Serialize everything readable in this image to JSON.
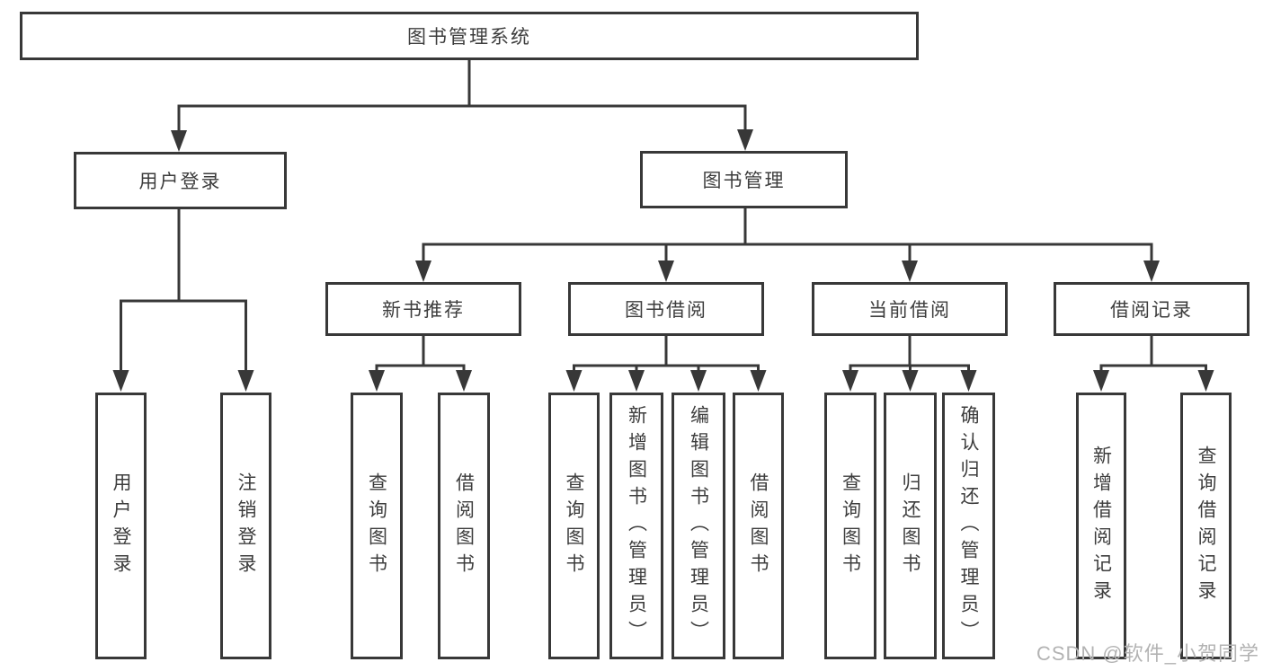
{
  "diagram": {
    "root": {
      "label": "图书管理系统"
    },
    "level2": [
      {
        "label": "用户登录"
      },
      {
        "label": "图书管理"
      }
    ],
    "level3": [
      {
        "label": "新书推荐"
      },
      {
        "label": "图书借阅"
      },
      {
        "label": "当前借阅"
      },
      {
        "label": "借阅记录"
      }
    ],
    "leaves": {
      "user_login": [
        {
          "label": "用户登录"
        },
        {
          "label": "注销登录"
        }
      ],
      "new_book_recommend": [
        {
          "label": "查询图书"
        },
        {
          "label": "借阅图书"
        }
      ],
      "book_borrow": [
        {
          "label": "查询图书"
        },
        {
          "label": "新增图书（管理员）"
        },
        {
          "label": "编辑图书（管理员）"
        },
        {
          "label": "借阅图书"
        }
      ],
      "current_borrow": [
        {
          "label": "查询图书"
        },
        {
          "label": "归还图书"
        },
        {
          "label": "确认归还（管理员）"
        }
      ],
      "borrow_records": [
        {
          "label": "新增借阅记录"
        },
        {
          "label": "查询借阅记录"
        }
      ]
    }
  },
  "watermark": {
    "text": "CSDN @软件_小贺同学"
  },
  "colors": {
    "line": "#383838",
    "text": "#3d3d3d",
    "watermark": "#b3b3b3",
    "background": "#ffffff"
  }
}
